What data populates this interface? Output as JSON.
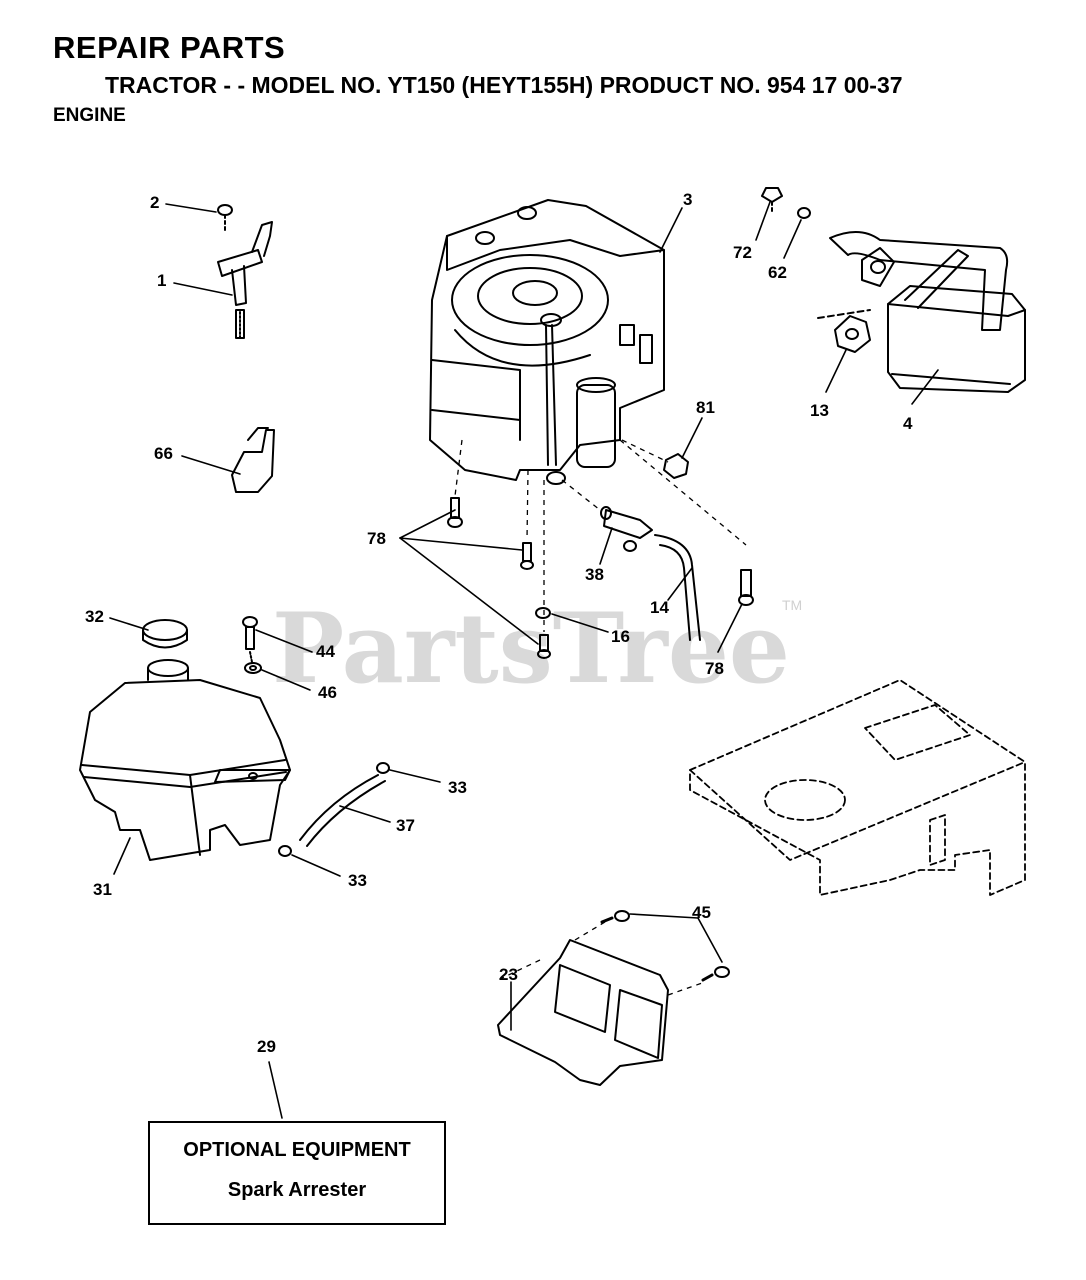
{
  "header": {
    "title": "REPAIR PARTS",
    "subtitle": "TRACTOR - - MODEL NO. YT150 (HEYT155H) PRODUCT NO. 954 17 00-37",
    "section": "ENGINE"
  },
  "watermark": {
    "text": "PartsTree",
    "trademark": "TM"
  },
  "callouts": {
    "c1": "1",
    "c2": "2",
    "c3": "3",
    "c4": "4",
    "c13": "13",
    "c14": "14",
    "c16": "16",
    "c23": "23",
    "c29": "29",
    "c31": "31",
    "c32": "32",
    "c33a": "33",
    "c33b": "33",
    "c37": "37",
    "c38": "38",
    "c44": "44",
    "c45": "45",
    "c46": "46",
    "c62": "62",
    "c66": "66",
    "c72": "72",
    "c78a": "78",
    "c78b": "78",
    "c81": "81"
  },
  "optional_box": {
    "heading": "OPTIONAL EQUIPMENT",
    "item": "Spark Arrester"
  }
}
